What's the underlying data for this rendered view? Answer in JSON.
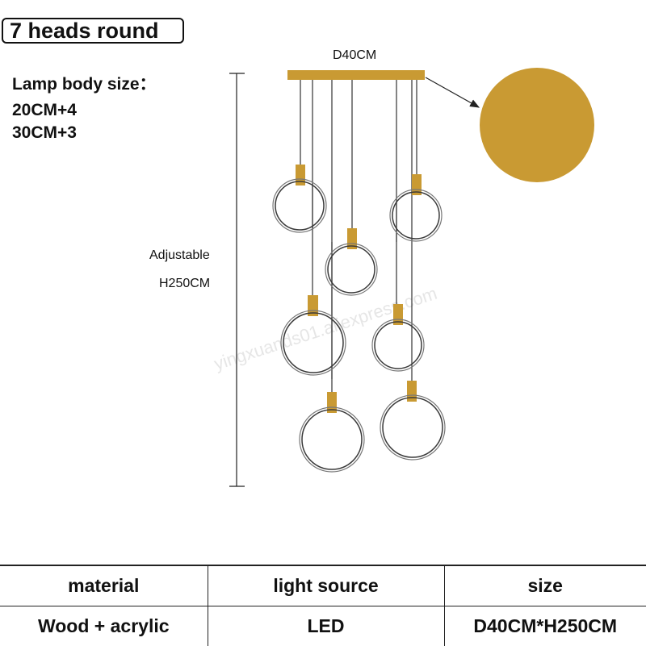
{
  "title": "7 heads round",
  "lamp_body": {
    "label": "Lamp body size：",
    "line1": "20CM+4",
    "line2": "30CM+3"
  },
  "dimensions": {
    "diameter": "D40CM",
    "adjustable": "Adjustable",
    "height": "H250CM"
  },
  "watermark": "yingxuands01.aliexpress.com",
  "colors": {
    "gold": "#C99A33",
    "ring": "#3a3a3a",
    "wire": "#333333"
  },
  "table": {
    "headers": [
      "material",
      "light source",
      "size"
    ],
    "values": [
      "Wood + acrylic",
      "LED",
      "D40CM*H250CM"
    ]
  }
}
